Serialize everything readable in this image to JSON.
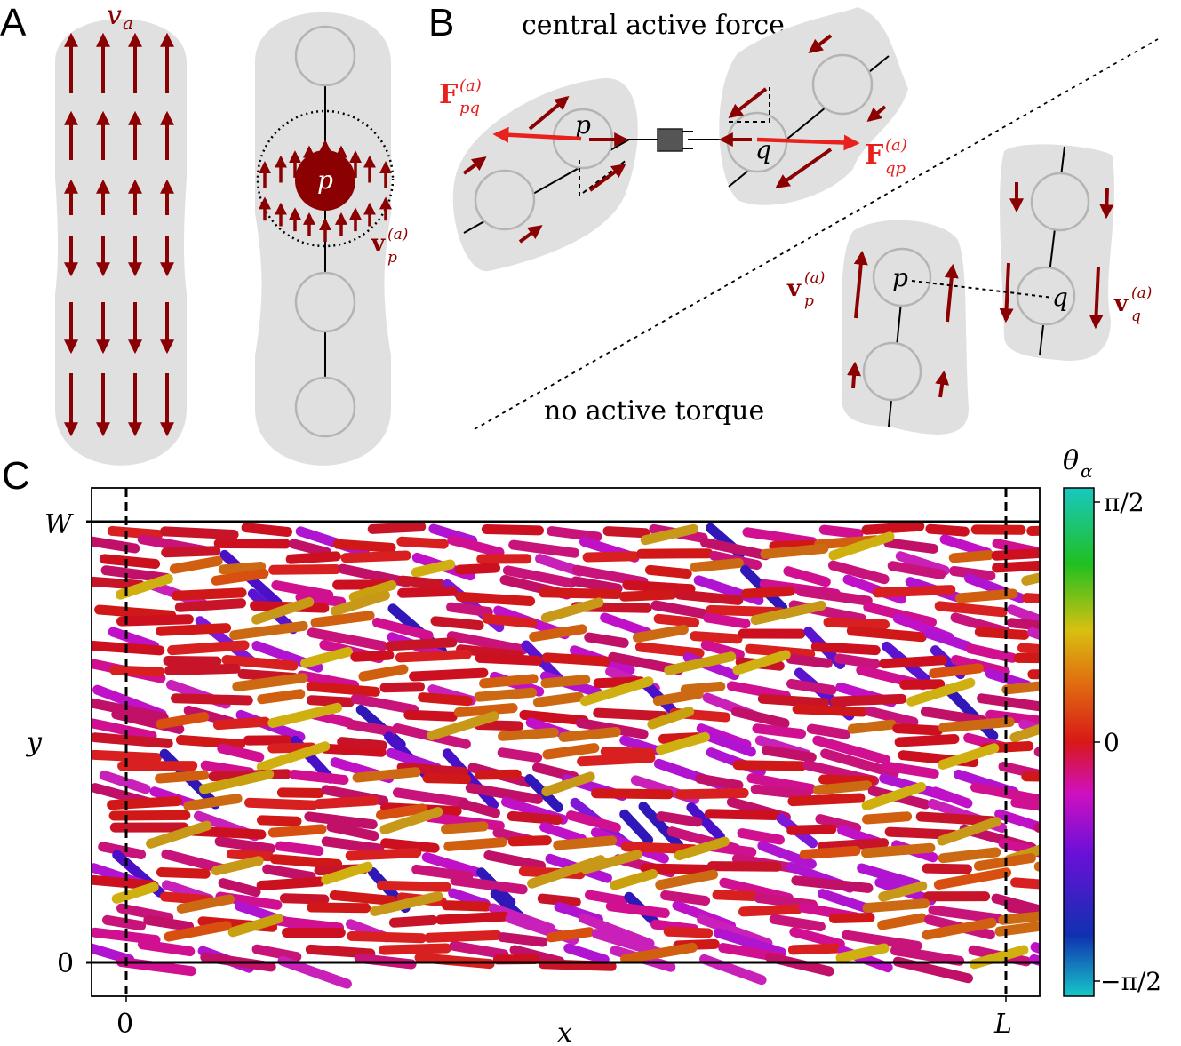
{
  "panels": {
    "a": {
      "label": "A",
      "va_label": "v",
      "va_sub": "a",
      "vp_label": "v",
      "vp_sub": "p",
      "vp_sup": "(a)",
      "p_label": "p"
    },
    "b": {
      "label": "B",
      "central_caption": "central active force",
      "torque_caption": "no active torque",
      "fpq": "F",
      "fpq_sub": "pq",
      "fpq_sup": "(a)",
      "fqp": "F",
      "fqp_sub": "qp",
      "fqp_sup": "(a)",
      "p": "p",
      "q": "q",
      "vp": "v",
      "vp_sub": "p",
      "vp_sup": "(a)",
      "vq": "v",
      "vq_sub": "q",
      "vq_sup": "(a)"
    },
    "c": {
      "label": "C",
      "xlabel": "x",
      "ylabel": "y",
      "xticks": [
        "0",
        "L"
      ],
      "yticks": [
        "0",
        "W"
      ],
      "colorbar_title": "θ",
      "colorbar_sub": "α",
      "colorbar_ticks": [
        "π/2",
        "0",
        "−π/2"
      ]
    }
  },
  "colors": {
    "arrow": "#8b0000",
    "force": "#e8211d",
    "cell": "#e0e0e0",
    "node": "#b4b4b4"
  },
  "chart_data": {
    "type": "scatter",
    "description_of_marks": "rod-shaped cells colored by orientation angle θα",
    "orientation_distribution": {
      "dominant_angle_deg": -8,
      "range_deg": [
        -45,
        20
      ]
    },
    "colorbar": {
      "min": "−π/2",
      "max": "π/2",
      "mid": "0"
    }
  }
}
